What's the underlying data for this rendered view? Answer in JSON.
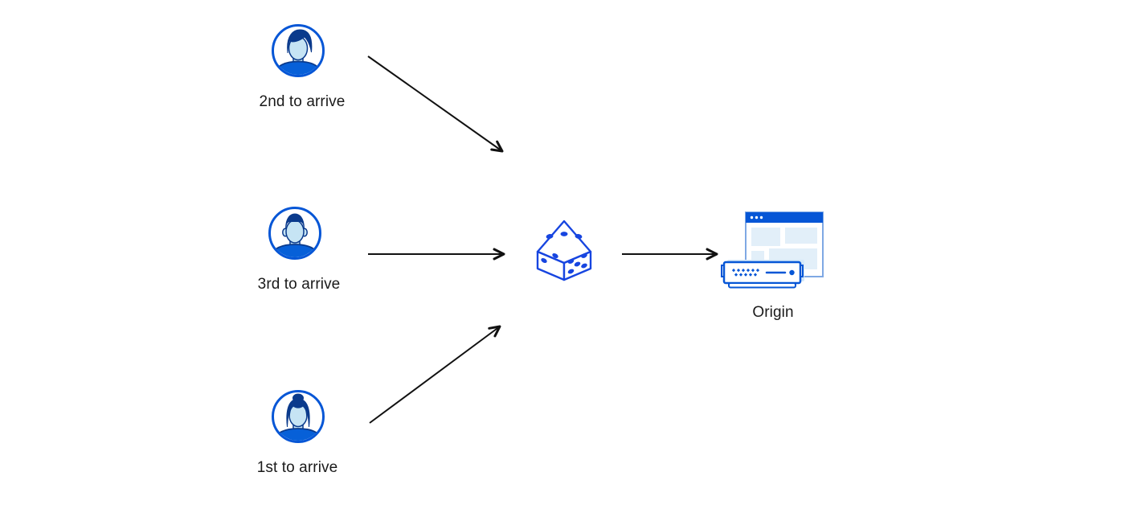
{
  "diagram": {
    "title": "",
    "clients": [
      {
        "label": "2nd to arrive",
        "icon": "male-user-avatar-icon"
      },
      {
        "label": "3rd to arrive",
        "icon": "male-user-flattop-avatar-icon"
      },
      {
        "label": "1st to arrive",
        "icon": "female-user-avatar-icon"
      }
    ],
    "random_selector": {
      "icon": "dice-icon"
    },
    "origin": {
      "label": "Origin",
      "icon": "origin-server-browser-icon"
    },
    "edges": [
      {
        "from": "client-2nd-to-arrive",
        "to": "dice"
      },
      {
        "from": "client-3rd-to-arrive",
        "to": "dice"
      },
      {
        "from": "client-1st-to-arrive",
        "to": "dice"
      },
      {
        "from": "dice",
        "to": "origin"
      }
    ]
  },
  "colors": {
    "background": "#ffffff",
    "primary_blue": "#0656d6",
    "navy": "#0a3a8c",
    "face_light_blue": "#c6e4f4",
    "dice_blue": "#1745e0",
    "panel_light_blue": "#e2eff9",
    "browser_border": "#7fa8e4",
    "server_shadow_blue": "#d4e8f8",
    "arrow_black": "#111111",
    "text": "#1a1a1a"
  }
}
